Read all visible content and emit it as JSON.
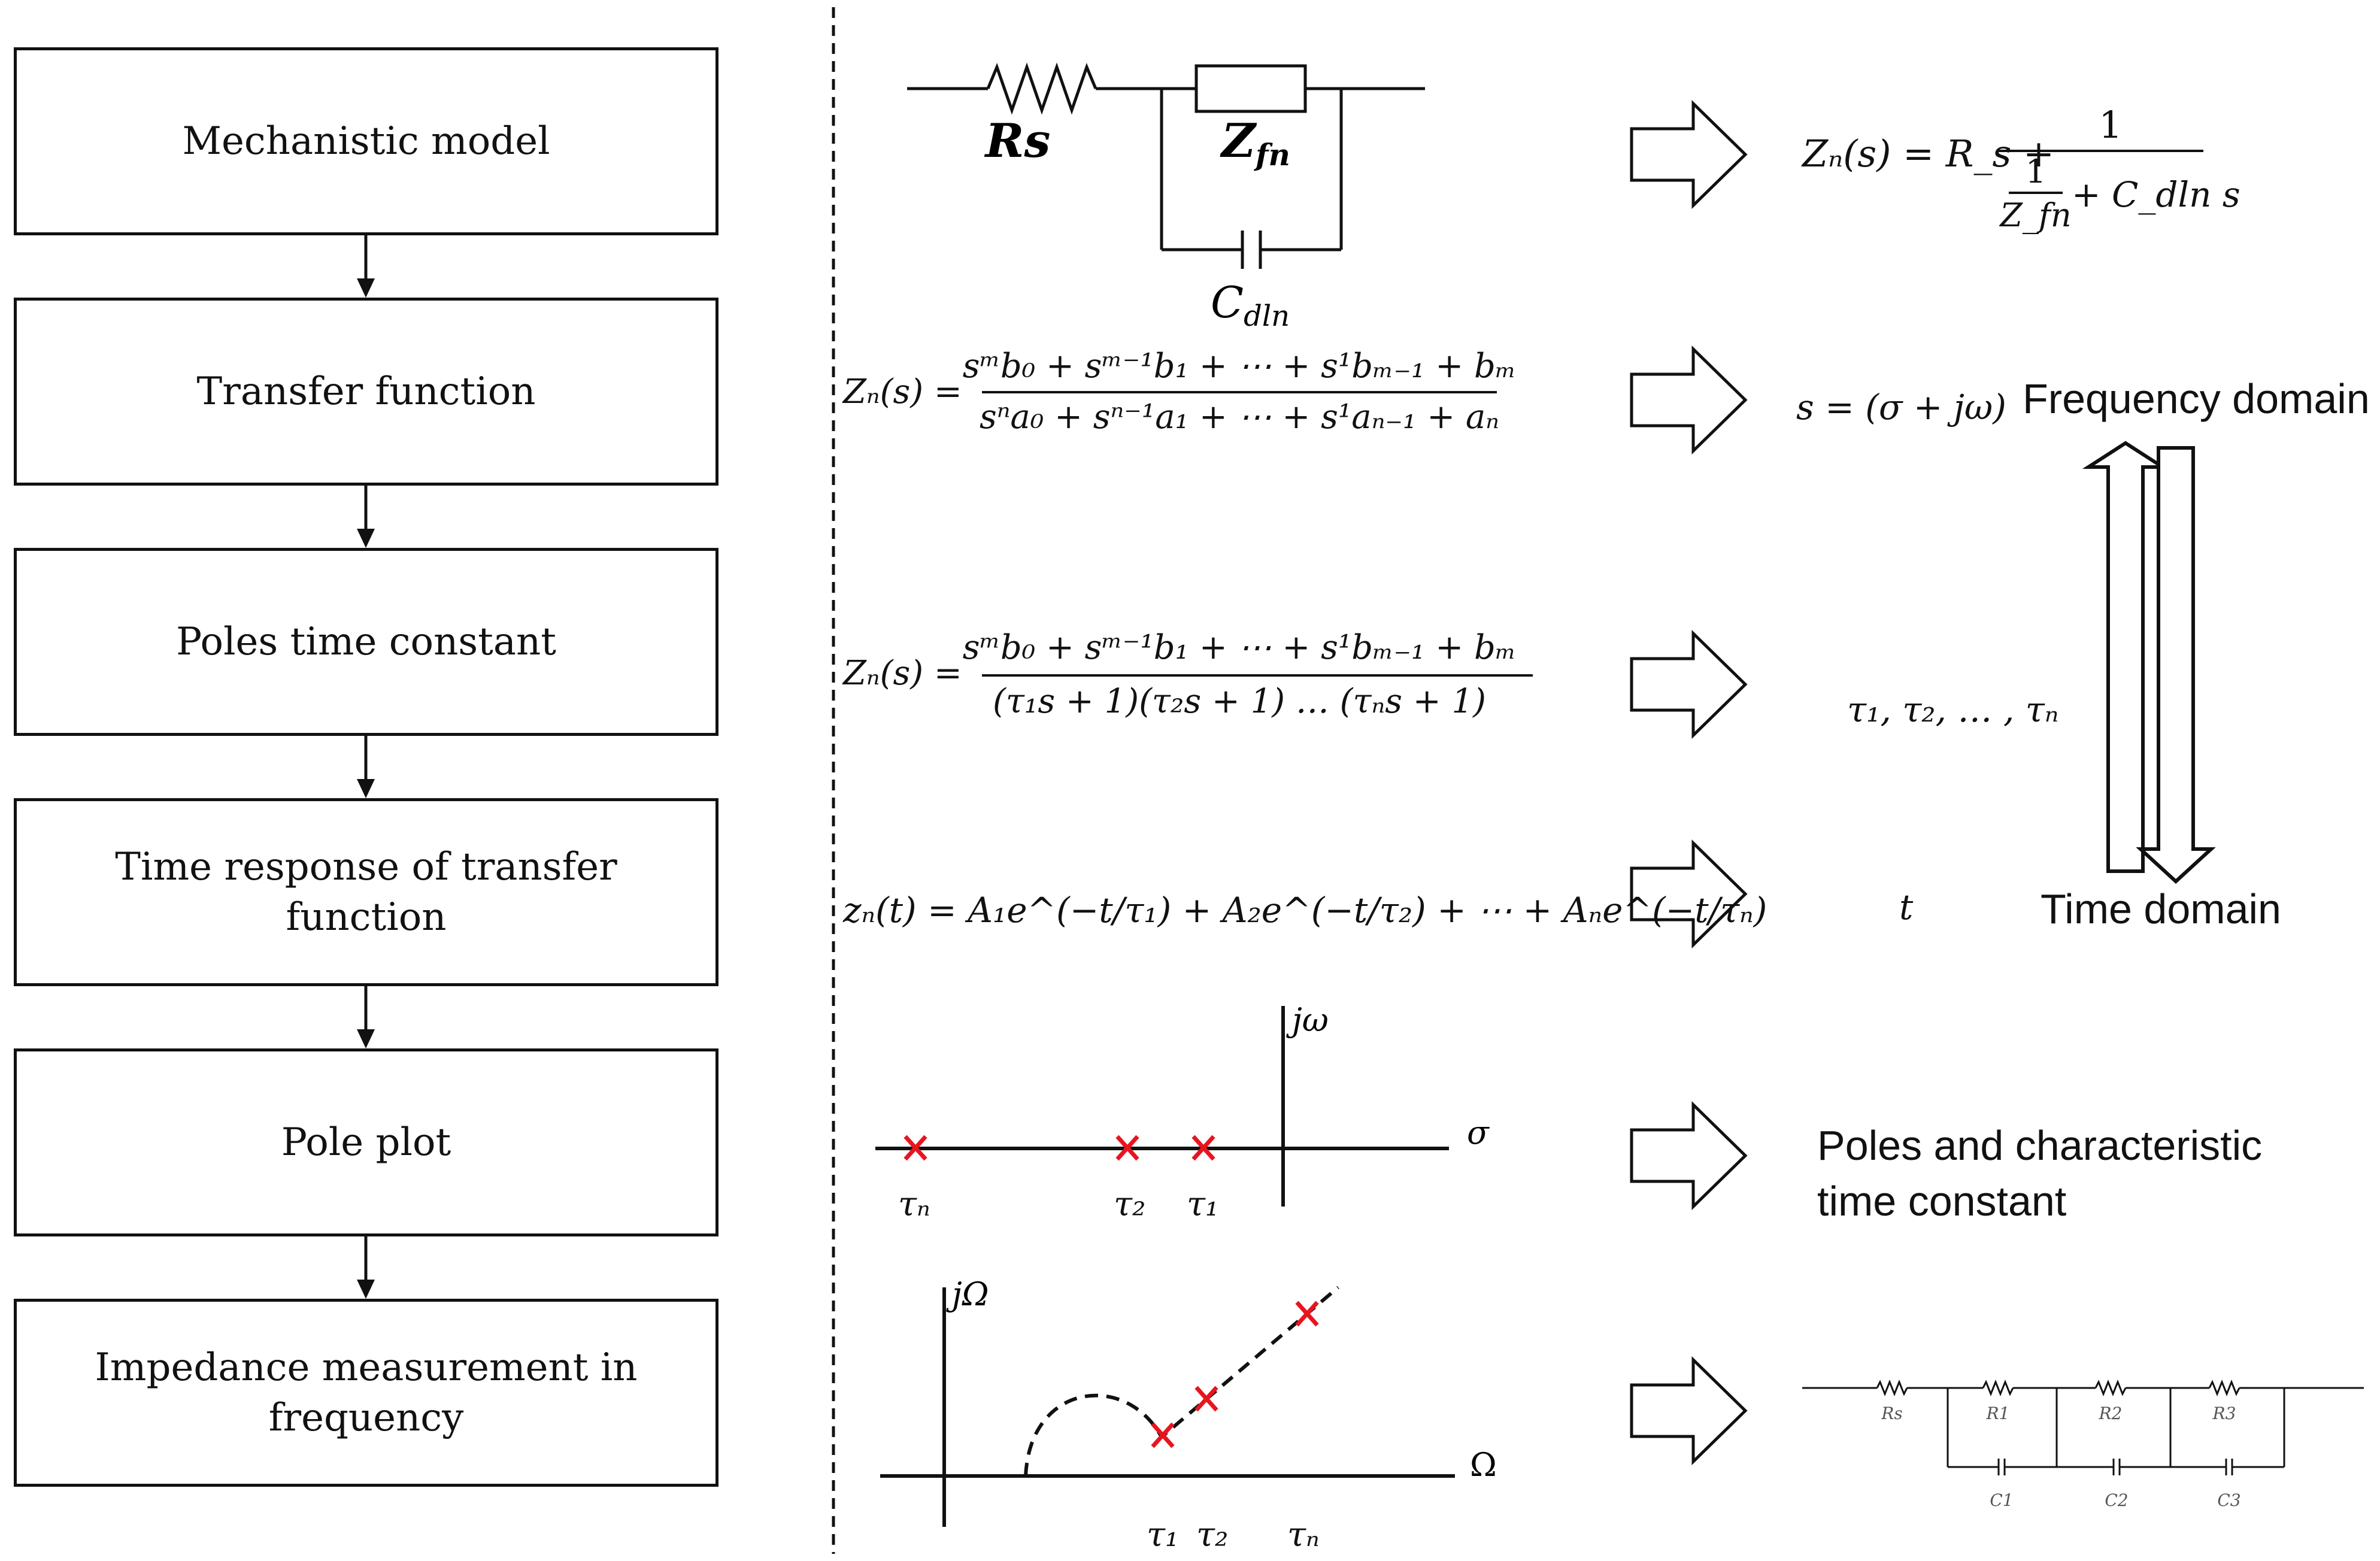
{
  "flowchart": {
    "steps": [
      "Mechanistic model",
      "Transfer function",
      "Poles time constant",
      "Time response of transfer function",
      "Pole plot",
      "Impedance measurement in frequency"
    ]
  },
  "circuit_top": {
    "rs_label": "Rs",
    "zfn_label": "Z",
    "zfn_sub": "fn",
    "cdln_label": "C",
    "cdln_sub": "dln"
  },
  "row1": {
    "lhs": "Zₙ(s) = R_s +",
    "numerator": "1",
    "inner_num": "1",
    "inner_den": "Z_fn",
    "inner_tail": "+ C_dln s"
  },
  "row2": {
    "lhs": "Zₙ(s) =",
    "numerator": "sᵐb₀ + sᵐ⁻¹b₁ + ⋯ + s¹bₘ₋₁ + bₘ",
    "denominator": "sⁿa₀ + sⁿ⁻¹a₁ + ⋯ + s¹aₙ₋₁ + aₙ",
    "result": "s = (σ + jω)",
    "domain_label": "Frequency domain"
  },
  "row3": {
    "lhs": "Zₙ(s) =",
    "numerator": "sᵐb₀ + sᵐ⁻¹b₁ + ⋯ + s¹bₘ₋₁ + bₘ",
    "denominator": "(τ₁s + 1)(τ₂s + 1) … (τₙs + 1)",
    "result": "τ₁, τ₂, … , τₙ"
  },
  "row4": {
    "expression": "zₙ(t) = A₁e^(−t/τ₁) + A₂e^(−t/τ₂) + ⋯ + Aₙe^(−t/τₙ)",
    "result": "t",
    "domain_label": "Time domain"
  },
  "pole_plot": {
    "y_label": "jω",
    "x_label": "σ",
    "tau_labels": [
      "τₙ",
      "τ₂",
      "τ₁"
    ],
    "result_line1": "Poles and characteristic",
    "result_line2": "time constant",
    "marker_color": "#e8141e"
  },
  "impedance_plot": {
    "y_label": "jΩ",
    "x_label": "Ω",
    "tau_labels": [
      "τ₁",
      "τ₂",
      "τₙ"
    ],
    "marker_color": "#e8141e"
  },
  "circuit_bottom": {
    "resistors": [
      "Rs",
      "R1",
      "R2",
      "R3"
    ],
    "capacitors": [
      "C1",
      "C2",
      "C3"
    ]
  }
}
